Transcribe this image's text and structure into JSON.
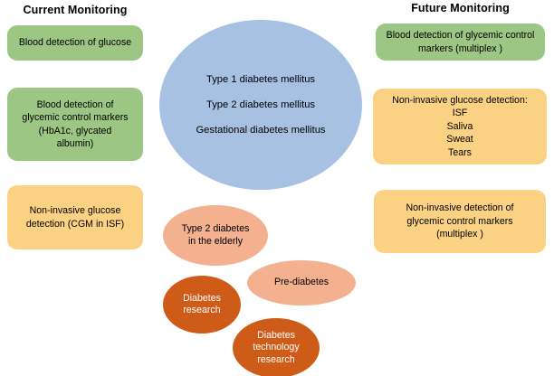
{
  "headings": {
    "current": "Current Monitoring",
    "future": "Future Monitoring"
  },
  "colors": {
    "green": "#9cc683",
    "yellow": "#fbd284",
    "blue": "#a7c1e3",
    "peach": "#f3b190",
    "dark_orange": "#ce5c18",
    "text": "#000000",
    "text_on_orange": "#ffffff",
    "background": "#ffffff"
  },
  "left_column": {
    "boxes": [
      {
        "label": "Blood detection of glucose",
        "color": "green"
      },
      {
        "label": "Blood detection of\nglycemic control markers\n(HbA1c, glycated\nalbumin)",
        "color": "green"
      },
      {
        "label": "Non-invasive  glucose\ndetection (CGM in ISF)",
        "color": "yellow"
      }
    ]
  },
  "right_column": {
    "boxes": [
      {
        "label": "Blood detection of glycemic control\nmarkers (multiplex )",
        "color": "green"
      },
      {
        "label": "Non-invasive  glucose detection:\nISF\nSaliva\nSweat\nTears",
        "color": "yellow"
      },
      {
        "label": "Non-invasive detection of\nglycemic control markers\n(multiplex )",
        "color": "yellow"
      }
    ]
  },
  "center": {
    "main_ellipse": {
      "label": "Type 1 diabetes mellitus\nType 2 diabetes mellitus\nGestational diabetes mellitus",
      "color": "blue"
    },
    "sub_ellipses": [
      {
        "label": "Type 2 diabetes\nin the elderly",
        "color": "peach"
      },
      {
        "label": "Pre-diabetes",
        "color": "peach"
      },
      {
        "label": "Diabetes\nresearch",
        "color": "dark_orange"
      },
      {
        "label": "Diabetes\ntechnology\nresearch",
        "color": "dark_orange"
      }
    ]
  }
}
